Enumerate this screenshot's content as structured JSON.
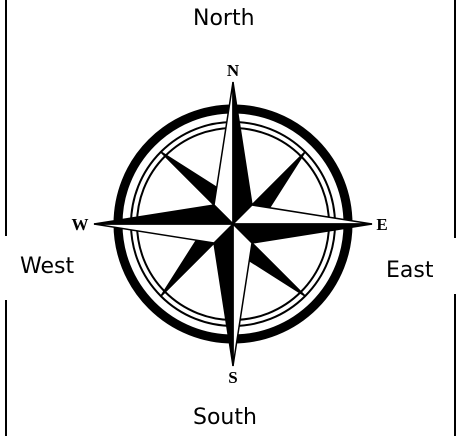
{
  "labels": {
    "north": "North",
    "west": "West",
    "east": "East",
    "south": "South"
  },
  "compass_letters": {
    "n": "N",
    "w": "W",
    "e": "E",
    "s": "S"
  },
  "colors": {
    "ink": "#000000",
    "paper": "#ffffff"
  }
}
